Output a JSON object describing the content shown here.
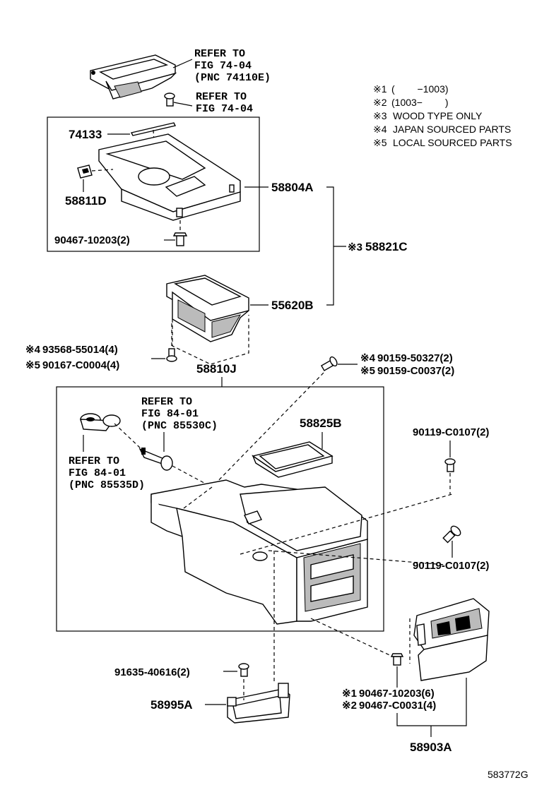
{
  "notes": [
    {
      "mark": "※1",
      "text": "(　　 −1003)"
    },
    {
      "mark": "※2",
      "text": "(1003−　　 )"
    },
    {
      "mark": "※3",
      "text": "WOOD TYPE ONLY"
    },
    {
      "mark": "※4",
      "text": "JAPAN SOURCED PARTS"
    },
    {
      "mark": "※5",
      "text": "LOCAL SOURCED PARTS"
    }
  ],
  "refs": {
    "top_tray": [
      "REFER TO",
      "FIG 74-04",
      "(PNC 74110E)"
    ],
    "top_screw": [
      "REFER TO",
      "FIG 74-04"
    ],
    "socket_upper": [
      "REFER TO",
      "FIG 84-01",
      "(PNC 85530C)"
    ],
    "socket_lower": [
      "REFER TO",
      "FIG 84-01",
      "(PNC 85535D)"
    ]
  },
  "labels": {
    "p74133": "74133",
    "p58811D": "58811D",
    "p58804A": "58804A",
    "p90467_10203_2": "90467-10203(2)",
    "p58821C_mark": "※3",
    "p58821C": "58821C",
    "p55620B": "55620B",
    "p93568_mark": "※4",
    "p93568": "93568-55014(4)",
    "p90167_mark": "※5",
    "p90167": "90167-C0004(4)",
    "p58810J": "58810J",
    "p90159_50327_mark": "※4",
    "p90159_50327": "90159-50327(2)",
    "p90159_C0037_mark": "※5",
    "p90159_C0037": "90159-C0037(2)",
    "p58825B": "58825B",
    "p90119_a": "90119-C0107(2)",
    "p90119_b": "90119-C0107(2)",
    "p91635": "91635-40616(2)",
    "p58995A": "58995A",
    "p90467_10203_6_mark": "※1",
    "p90467_10203_6": "90467-10203(6)",
    "p90467_C0031_mark": "※2",
    "p90467_C0031": "90467-C0031(4)",
    "p58903A": "58903A"
  },
  "drawing_number": "583772G"
}
